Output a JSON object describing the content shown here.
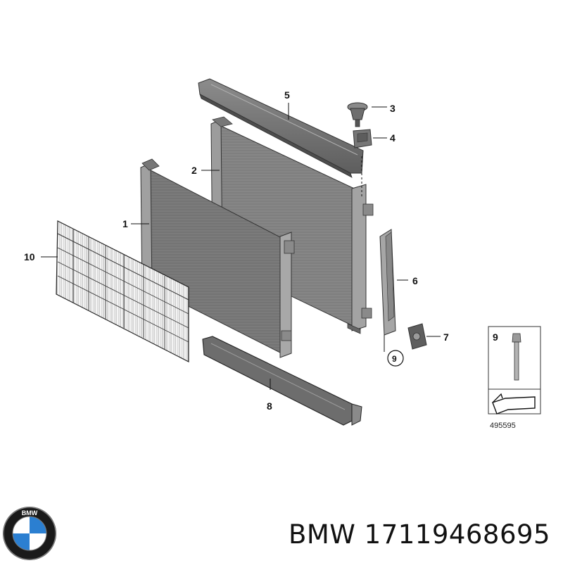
{
  "callouts": {
    "c1": "1",
    "c2": "2",
    "c3": "3",
    "c4": "4",
    "c5": "5",
    "c6": "6",
    "c7": "7",
    "c8": "8",
    "c9": "9",
    "c10": "10"
  },
  "inset": {
    "number": "9",
    "code": "495595"
  },
  "logo": {
    "text": "BMW"
  },
  "brand_line": "BMW 17119468695"
}
